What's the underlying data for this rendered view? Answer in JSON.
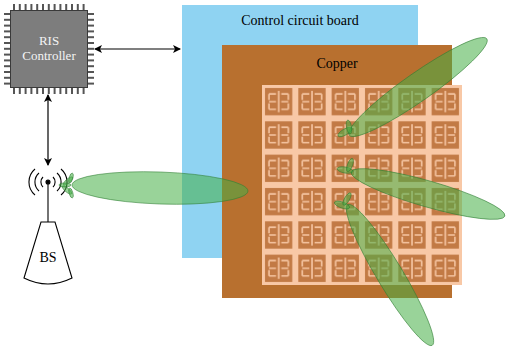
{
  "diagram": {
    "nodes": [
      {
        "text": [
          "RIS Controller"
        ]
      },
      {
        "text": [
          "Control circuit board"
        ]
      },
      {
        "text": [
          "Copper"
        ]
      },
      {
        "text": [
          "BS"
        ]
      }
    ],
    "edges": [
      {
        "from": 0,
        "to": 1,
        "arrow": "both"
      },
      {
        "from": 0,
        "to": 3,
        "arrow": "both"
      }
    ]
  }
}
